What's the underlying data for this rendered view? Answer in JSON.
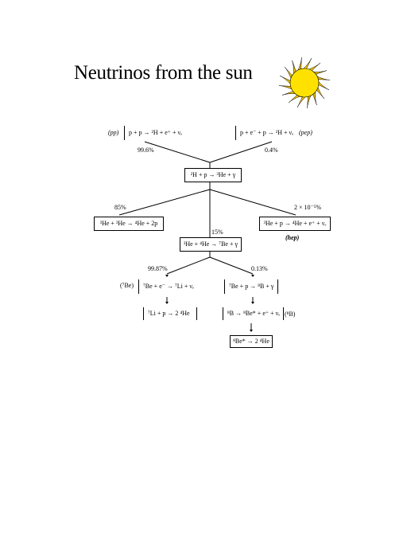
{
  "title": "Neutrinos from the sun",
  "colors": {
    "sun_fill": "#FFE100",
    "sun_ray": "#F2C200",
    "ink": "#000000"
  },
  "icons": {
    "sun": "sun-icon"
  },
  "branches": {
    "pp": {
      "label": "(pp)",
      "reaction": "p + p → ²H + e⁺ + νₑ",
      "percent": "99.6%"
    },
    "pep": {
      "label": "(pep)",
      "reaction": "p + e⁻ + p → ²H + νₑ",
      "percent": "0.4%"
    }
  },
  "deuterium": {
    "reaction": "²H + p → ³He + γ"
  },
  "he3he3": {
    "percent": "85%",
    "reaction": "³He + ³He → ⁴He + 2p"
  },
  "hep": {
    "percent": "2 × 10⁻⁵%",
    "reaction": "³He + p → ⁴He + e⁺ + νₑ",
    "label": "(hep)"
  },
  "he3he4": {
    "percent": "15%",
    "reaction": "³He + ⁴He → ⁷Be + γ"
  },
  "be7branch": {
    "percent": "99.87%",
    "label": "(⁷Be)",
    "reaction": "⁷Be + e⁻ → ⁷Li + νₑ",
    "next": "⁷Li + p → 2 ⁴He"
  },
  "b8branch": {
    "percent": "0.13%",
    "label": "(⁸B)",
    "reaction": "⁷Be + p → ⁸B + γ",
    "next": "⁸B → ⁸Be* + e⁺ + νₑ",
    "final": "⁸Be* → 2 ⁴He"
  }
}
